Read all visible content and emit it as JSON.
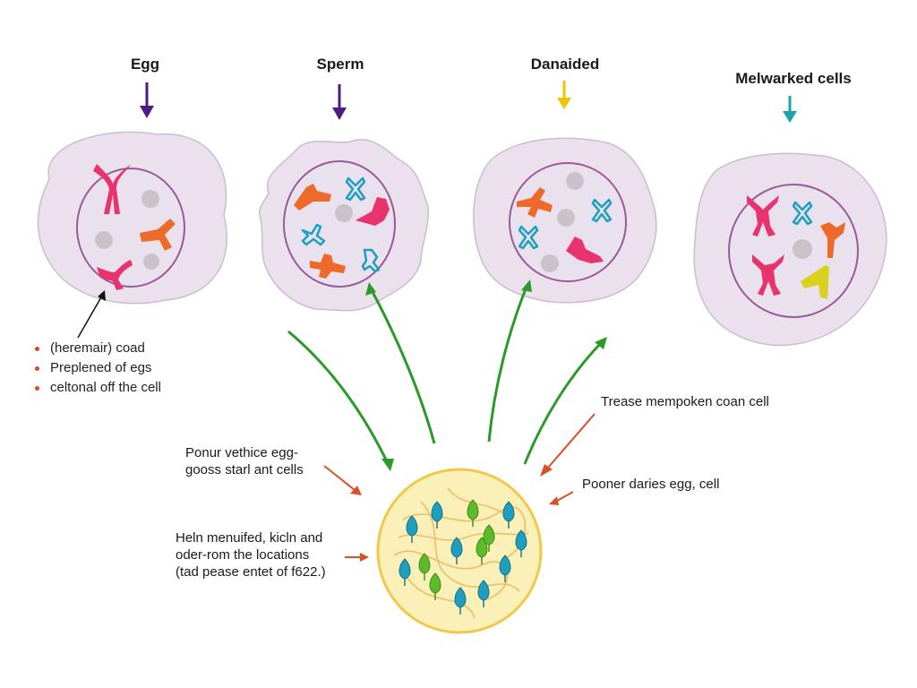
{
  "stages": [
    {
      "title": "Egg",
      "arrow_color": "#4b1d82"
    },
    {
      "title": "Sperm",
      "arrow_color": "#4b1d82"
    },
    {
      "title": "Danaided",
      "arrow_color": "#f2c300"
    },
    {
      "title": "Melwarked cells",
      "arrow_color": "#1aa3b0"
    }
  ],
  "bullet_list": {
    "dot_color": "#d04a2a",
    "items": [
      "(heremair) coad",
      "Preplened of egs",
      "celtonal off the cell"
    ]
  },
  "annotations": {
    "left_upper": [
      "Ponur vethice egg-",
      "gooss starl ant cells"
    ],
    "left_lower": [
      "Heln menuifed, kicln and",
      "oder-rom the locations",
      "(tad pease entet of f622.)"
    ],
    "right_upper": "Trease mempoken coan cell",
    "right_lower": "Pooner daries egg, cell"
  },
  "colors": {
    "cell_outer": "#ebe1ec",
    "cell_outer_stroke": "#cbbccf",
    "nucleus_fill": "#e9e1ee",
    "nucleus_stroke": "#9a5a96",
    "magenta": "#e8336e",
    "orange": "#ee6a2a",
    "teal": "#1f9fbf",
    "yellow_green": "#d8d21e",
    "green_arrow": "#2a9a2a",
    "red_arrow": "#d9502a",
    "bottom_cell_fill": "#fbf0b8",
    "bottom_cell_stroke": "#f0c94a"
  }
}
